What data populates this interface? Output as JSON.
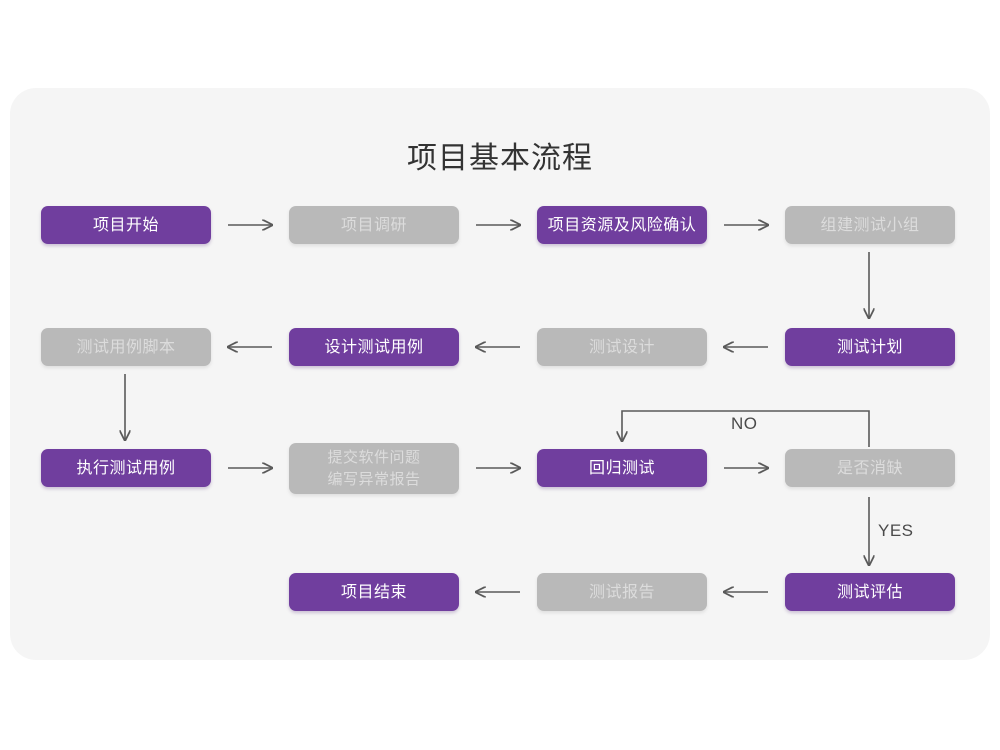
{
  "page": {
    "title": "项目基本流程",
    "background_color": "#ffffff",
    "card_color": "#f5f5f5"
  },
  "theme": {
    "node_active_color": "#703e9e",
    "node_active_text": "#ffffff",
    "node_muted_color": "#b9b9b9",
    "node_muted_text": "#dcdcdc",
    "arrow_color": "#5a5a5a",
    "title_color": "#333333"
  },
  "chart_data": {
    "type": "diagram",
    "title": "项目基本流程",
    "nodes": [
      {
        "id": "n1",
        "label": "项目开始",
        "state": "active",
        "row": 1,
        "col": 1
      },
      {
        "id": "n2",
        "label": "项目调研",
        "state": "muted",
        "row": 1,
        "col": 2
      },
      {
        "id": "n3",
        "label": "项目资源及风险确认",
        "state": "active",
        "row": 1,
        "col": 3
      },
      {
        "id": "n4",
        "label": "组建测试小组",
        "state": "muted",
        "row": 1,
        "col": 4
      },
      {
        "id": "n5",
        "label": "测试用例脚本",
        "state": "muted",
        "row": 2,
        "col": 1
      },
      {
        "id": "n6",
        "label": "设计测试用例",
        "state": "active",
        "row": 2,
        "col": 2
      },
      {
        "id": "n7",
        "label": "测试设计",
        "state": "muted",
        "row": 2,
        "col": 3
      },
      {
        "id": "n8",
        "label": "测试计划",
        "state": "active",
        "row": 2,
        "col": 4
      },
      {
        "id": "n9",
        "label": "执行测试用例",
        "state": "active",
        "row": 3,
        "col": 1
      },
      {
        "id": "n10",
        "label": "提交软件问题\n编写异常报告",
        "state": "muted",
        "row": 3,
        "col": 2
      },
      {
        "id": "n11",
        "label": "回归测试",
        "state": "active",
        "row": 3,
        "col": 3
      },
      {
        "id": "n12",
        "label": "是否消缺",
        "state": "muted",
        "row": 3,
        "col": 4
      },
      {
        "id": "n13",
        "label": "项目结束",
        "state": "active",
        "row": 4,
        "col": 2
      },
      {
        "id": "n14",
        "label": "测试报告",
        "state": "muted",
        "row": 4,
        "col": 3
      },
      {
        "id": "n15",
        "label": "测试评估",
        "state": "active",
        "row": 4,
        "col": 4
      }
    ],
    "edges": [
      {
        "from": "n1",
        "to": "n2",
        "direction": "right",
        "label": ""
      },
      {
        "from": "n2",
        "to": "n3",
        "direction": "right",
        "label": ""
      },
      {
        "from": "n3",
        "to": "n4",
        "direction": "right",
        "label": ""
      },
      {
        "from": "n4",
        "to": "n8",
        "direction": "down",
        "label": ""
      },
      {
        "from": "n8",
        "to": "n7",
        "direction": "left",
        "label": ""
      },
      {
        "from": "n7",
        "to": "n6",
        "direction": "left",
        "label": ""
      },
      {
        "from": "n6",
        "to": "n5",
        "direction": "left",
        "label": ""
      },
      {
        "from": "n5",
        "to": "n9",
        "direction": "down",
        "label": ""
      },
      {
        "from": "n9",
        "to": "n10",
        "direction": "right",
        "label": ""
      },
      {
        "from": "n10",
        "to": "n11",
        "direction": "right",
        "label": ""
      },
      {
        "from": "n11",
        "to": "n12",
        "direction": "right",
        "label": ""
      },
      {
        "from": "n12",
        "to": "n11",
        "direction": "loop-up-left",
        "label": "NO"
      },
      {
        "from": "n12",
        "to": "n15",
        "direction": "down",
        "label": "YES"
      },
      {
        "from": "n15",
        "to": "n14",
        "direction": "left",
        "label": ""
      },
      {
        "from": "n14",
        "to": "n13",
        "direction": "left",
        "label": ""
      }
    ],
    "edge_labels": [
      "NO",
      "YES"
    ]
  }
}
